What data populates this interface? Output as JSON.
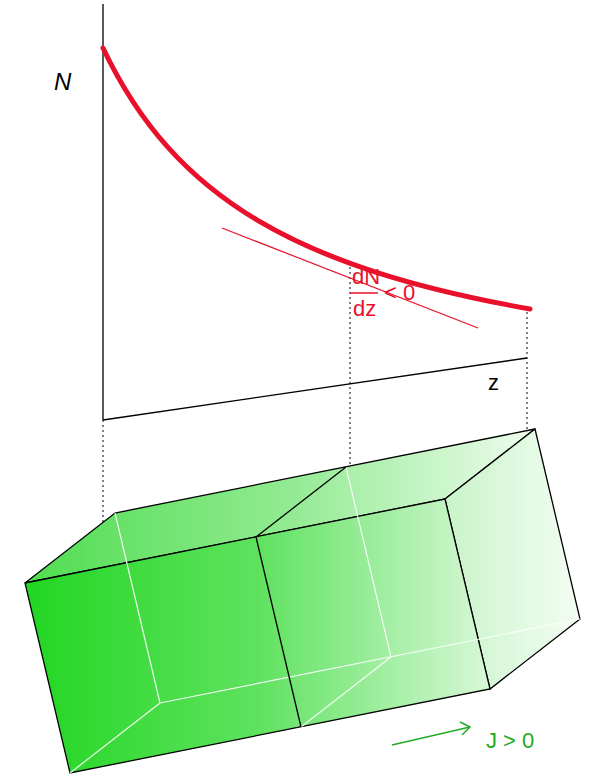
{
  "diagram": {
    "labels": [
      "N",
      "dN",
      "dz",
      "< 0",
      "z",
      "J > 0"
    ]
  }
}
